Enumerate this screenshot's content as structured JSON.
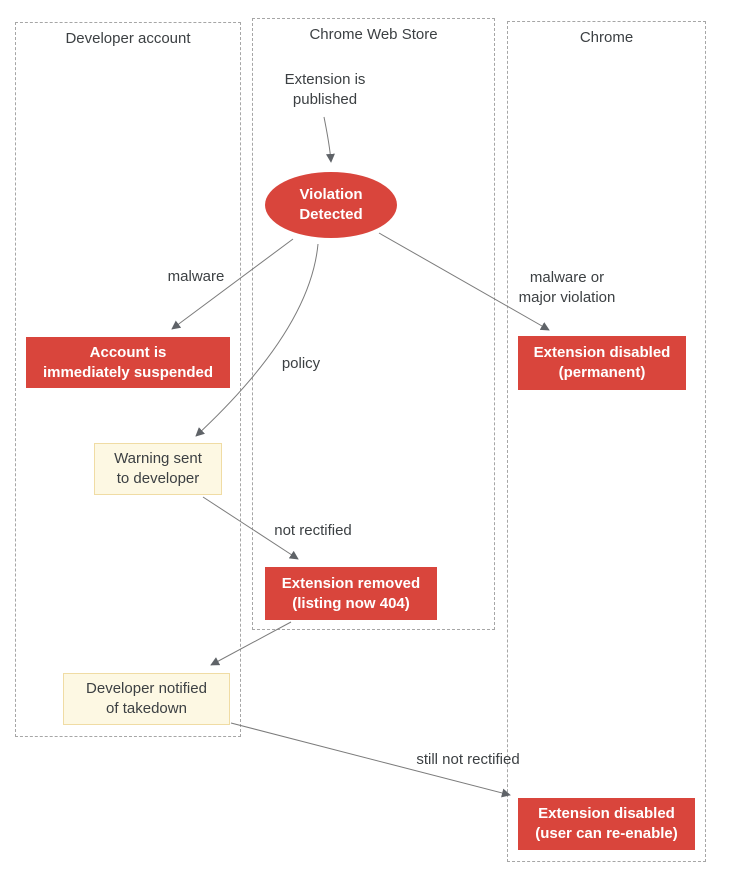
{
  "diagram": {
    "type": "flowchart",
    "description": "Chrome Web Store extension violation enforcement flow",
    "lanes": [
      {
        "id": "developer-account",
        "label": "Developer account"
      },
      {
        "id": "chrome-web-store",
        "label": "Chrome Web Store"
      },
      {
        "id": "chrome",
        "label": "Chrome"
      }
    ],
    "nodes": [
      {
        "id": "extension-published",
        "lane": "chrome-web-store",
        "type": "text",
        "label": "Extension is\npublished"
      },
      {
        "id": "violation-detected",
        "lane": "chrome-web-store",
        "type": "ellipse",
        "label": "Violation\nDetected"
      },
      {
        "id": "account-suspended",
        "lane": "developer-account",
        "type": "red-box",
        "label": "Account is\nimmediately suspended"
      },
      {
        "id": "extension-disabled-permanent",
        "lane": "chrome",
        "type": "red-box",
        "label": "Extension disabled\n(permanent)"
      },
      {
        "id": "warning-sent",
        "lane": "developer-account",
        "type": "yellow-box",
        "label": "Warning sent\nto developer"
      },
      {
        "id": "extension-removed",
        "lane": "chrome-web-store",
        "type": "red-box",
        "label": "Extension removed\n(listing now 404)"
      },
      {
        "id": "developer-notified",
        "lane": "developer-account",
        "type": "yellow-box",
        "label": "Developer notified\nof takedown"
      },
      {
        "id": "extension-disabled-reenable",
        "lane": "chrome",
        "type": "red-box",
        "label": "Extension disabled\n(user can re-enable)"
      }
    ],
    "edges": [
      {
        "from": "extension-published",
        "to": "violation-detected",
        "label": ""
      },
      {
        "from": "violation-detected",
        "to": "account-suspended",
        "label": "malware"
      },
      {
        "from": "violation-detected",
        "to": "warning-sent",
        "label": "policy"
      },
      {
        "from": "violation-detected",
        "to": "extension-disabled-permanent",
        "label": "malware or\nmajor violation"
      },
      {
        "from": "warning-sent",
        "to": "extension-removed",
        "label": "not rectified"
      },
      {
        "from": "extension-removed",
        "to": "developer-notified",
        "label": ""
      },
      {
        "from": "developer-notified",
        "to": "extension-disabled-reenable",
        "label": "still not rectified"
      }
    ],
    "colors": {
      "node_red": "#d9453c",
      "node_yellow_fill": "#fdf8e3",
      "node_yellow_border": "#f0dca4",
      "text": "#3c4043",
      "lane_border": "#a6a6a6",
      "arrow_line": "#7b7b7b",
      "arrow_head": "#5f6368"
    }
  }
}
